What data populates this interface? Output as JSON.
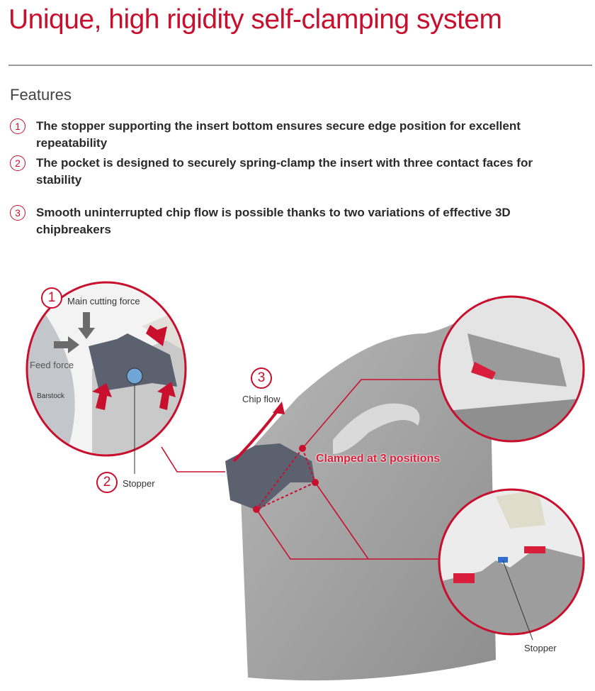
{
  "title": "Unique, high rigidity self-clamping system",
  "section_heading": "Features",
  "features": [
    {
      "number": "1",
      "text": "The stopper supporting the insert bottom ensures secure edge position for excellent repeatability"
    },
    {
      "number": "2",
      "text": "The pocket is designed to securely spring-clamp the insert with three contact faces for stability"
    },
    {
      "number": "3",
      "text": "Smooth uninterrupted chip flow is possible thanks to two variations of effective 3D chipbreakers"
    }
  ],
  "illustration": {
    "badge_1": "1",
    "main_cutting_force": "Main cutting force",
    "feed_force": "Feed force",
    "barstock": "Barstock",
    "badge_2": "2",
    "stopper_left": "Stopper",
    "badge_3": "3",
    "chip_flow": "Chip flow",
    "clamped": "Clamped at 3 positions",
    "stopper_right": "Stopper"
  },
  "colors": {
    "accent": "#c8102e",
    "text": "#2a2a2a",
    "rule": "#9a9a9a"
  }
}
